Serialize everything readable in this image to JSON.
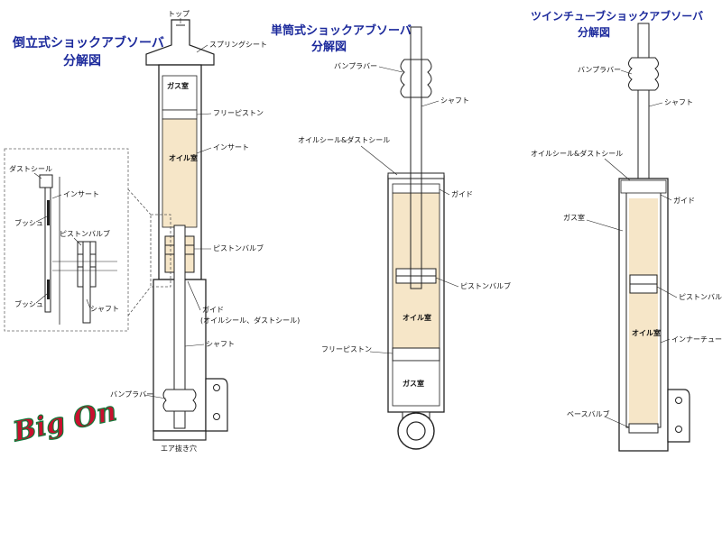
{
  "colors": {
    "title": "#1c2a9c",
    "oil": "#f6e6c8",
    "line": "#222222",
    "logo_green": "#0f7a3a",
    "logo_red": "#c8102e"
  },
  "inverted": {
    "title_line1": "倒立式ショックアブソーバ",
    "title_line2": "分解図",
    "labels": {
      "top": "トップ",
      "spring_seat": "スプリングシート",
      "gas": "ガス室",
      "free_piston": "フリーピストン",
      "insert": "インサート",
      "oil": "オイル室",
      "piston_valve": "ピストンバルブ",
      "guide": "ガイド",
      "guide_sub": "(オイルシール、ダストシール)",
      "shaft": "シャフト",
      "bump_rubber": "バンプラバー",
      "air_hole": "エア抜き穴"
    },
    "detail": {
      "dust_seal": "ダストシール",
      "insert": "インサート",
      "bush_top": "ブッシュ",
      "piston_valve": "ピストンバルブ",
      "bush_bottom": "ブッシュ",
      "shaft": "シャフト"
    }
  },
  "mono": {
    "title_line1": "単筒式ショックアブソーバ",
    "title_line2": "分解図",
    "labels": {
      "bump_rubber": "バンプラバー",
      "shaft": "シャフト",
      "oil_dust_seal": "オイルシール&ダストシール",
      "guide": "ガイド",
      "piston_valve": "ピストンバルブ",
      "oil": "オイル室",
      "free_piston": "フリーピストン",
      "gas": "ガス室"
    }
  },
  "twin": {
    "title_line1": "ツインチューブショックアブソーバ",
    "title_line2": "分解図",
    "labels": {
      "bump_rubber": "バンプラバー",
      "shaft": "シャフト",
      "oil_dust_seal": "オイルシール&ダストシール",
      "guide": "ガイド",
      "gas": "ガス室",
      "piston_valve": "ピストンバルブ",
      "oil": "オイル室",
      "inner_tube": "インナーチューブ",
      "base_valve": "ベースバルブ"
    }
  },
  "logo": {
    "text": "Big On"
  }
}
